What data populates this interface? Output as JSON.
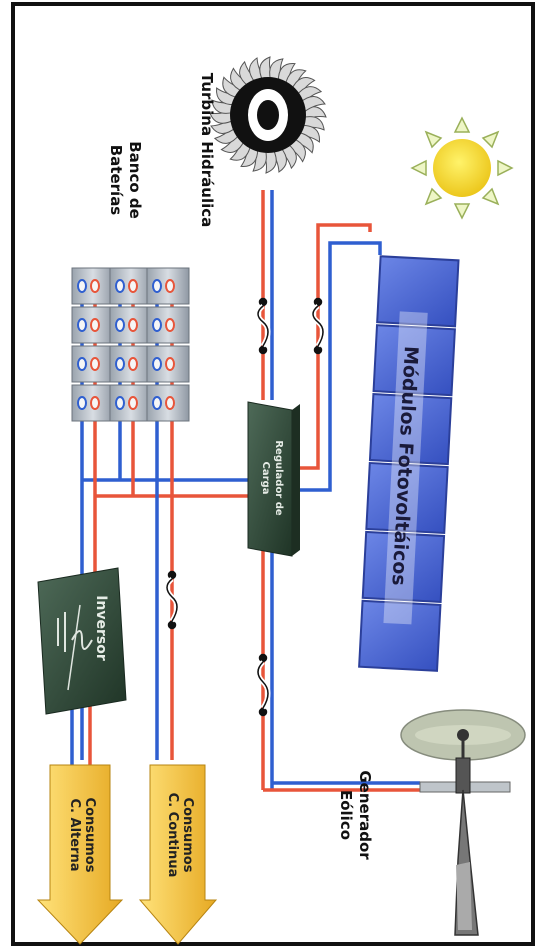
{
  "labels": {
    "turbine": "Turbina Hidráulica",
    "battery_line1": "Banco de",
    "battery_line2": "Baterías",
    "modules": "Módulos Fotovoltáicos",
    "regulator_line1": "Regulador de",
    "regulator_line2": "Carga",
    "inverter": "Inversor",
    "wind_line1": "Generador",
    "wind_line2": "Eólico",
    "dc_line1": "Consumos",
    "dc_line2": "C. Continua",
    "ac_line1": "Consumos",
    "ac_line2": "C. Alterna"
  },
  "colors": {
    "positive_wire": "#e8553a",
    "negative_wire": "#2f5fd0",
    "panel_fill": "#4a68d6",
    "panel_stroke": "#2b3f9a",
    "box_fill": "#2e4a38",
    "arrow_fill": "#f3c43a",
    "sun_fill": "#f2e23a",
    "sun_rays": "#e7f0b0"
  },
  "icons": [
    "sun-icon",
    "turbine-icon",
    "wind-generator-icon",
    "fuse-icon",
    "battery-cell-icon",
    "sine-wave-icon"
  ]
}
